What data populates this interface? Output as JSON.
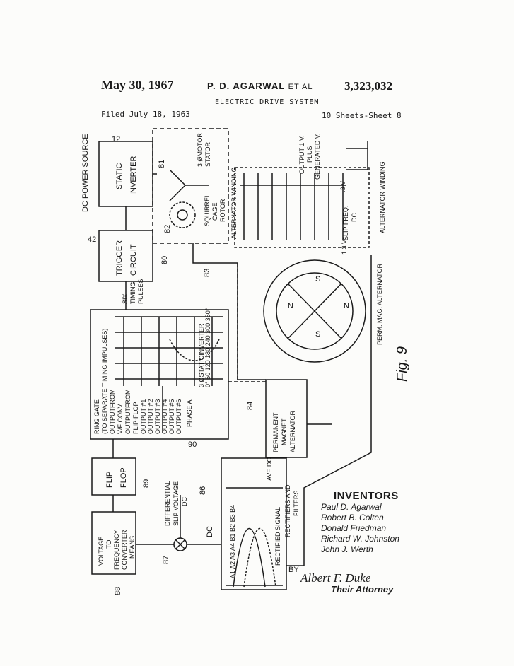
{
  "header": {
    "date": "May 30, 1967",
    "inventor_short": "P. D. AGARWAL",
    "etal": "ET AL",
    "patent_number": "3,323,032",
    "title": "ELECTRIC DRIVE SYSTEM",
    "filed": "Filed July 18, 1963",
    "sheets": "10 Sheets-Sheet 8"
  },
  "blocks": {
    "dc_power_source": "DC POWER SOURCE",
    "inverter_ref": "12",
    "inverter_l1": "STATIC",
    "inverter_l2": "INVERTER",
    "trigger_ref": "42",
    "trigger_l1": "TRIGGER",
    "trigger_l2": "CIRCUIT",
    "six_timing_l1": "SIX",
    "six_timing_l2": "TIMING",
    "six_timing_l3": "PULSES",
    "motor_ref_stator": "81",
    "motor_stator_l1": "3 ØMOTOR",
    "motor_stator_l2": "STATOR",
    "rotor_ref": "82",
    "rotor_l1": "SQUIRREL",
    "rotor_l2": "CAGE",
    "rotor_l3": "ROTOR",
    "ref_80": "80",
    "ref_83": "83",
    "ring_gate_l1": "RING GATE",
    "ring_gate_l2": "(TO SEPARATE TIMING IMPULSES)",
    "ring_gate_l3": "OUTPUTFROM",
    "ring_gate_l4": "V/F CONV.",
    "ring_gate_l5": "OUTPUTFROM",
    "ring_gate_l6": "FLIP-FLOP",
    "ring_gate_outputs": [
      "OUTPUT #1",
      "OUTPUT #2",
      "OUTPUT #3",
      "OUTPUT #4",
      "OUTPUT #5",
      "OUTPUT #6"
    ],
    "phase_a": "PHASE A",
    "static_inverter": "3 ØSTATICINVERTER",
    "degrees": "0° 60 120 180 240 300 360°",
    "ref_90": "90",
    "pma_ref": "84",
    "pma_l1": "PERMANENT",
    "pma_l2": "MAGNET",
    "pma_l3": "ALTERNATOR",
    "flip_l1": "FLIP",
    "flip_l2": "FLOP",
    "flip_ref": "89",
    "diff_l1": "DIFFERENTIAL",
    "diff_l2": "SLIP VOLTAGE",
    "diff_l3": "DC",
    "ref_86": "86",
    "ref_87": "87",
    "dc_label": "DC",
    "vfc_l1": "VOLTAGE",
    "vfc_l2": "TO",
    "vfc_l3": "FREQUENCY",
    "vfc_l4": "CONVERTER",
    "vfc_l5": "MEANS",
    "vfc_ref": "88",
    "rect_l1": "RECTIFIED SIGNAL",
    "rect_l2": "RECTIFIERS AND",
    "rect_l3": "FILTERS",
    "ave_dc": "AVE DC",
    "wave_labels": "A1 A2 A3 A4 B1 B2 B3 B4",
    "alt_winding_l1": "ALTERNATOR WINDING",
    "alt_winding_l2": "ALTERNATOR WINDING",
    "output_v_l1": "OUTPUT 1 V.",
    "output_v_l2": "PLUS",
    "output_v_l3": "GENERATED V.",
    "slip_freq_l1": "SLIP FREQ.",
    "slip_freq_l2": "DC",
    "v3": ".3 V",
    "v13": "1.3 V",
    "perm_mag_alt": "PERM. MAG. ALTERNATOR",
    "fig": "Fig. 9",
    "pole_n": "N",
    "pole_s": "S",
    "winding_labels": [
      "A1",
      "A2",
      "A3",
      "A4",
      "B1",
      "B2",
      "B3",
      "B4"
    ]
  },
  "inventors": {
    "heading": "INVENTORS",
    "names": [
      "Paul D. Agarwal",
      "Robert B. Colten",
      "Donald Friedman",
      "Richard W. Johnston",
      "John J. Werth"
    ]
  },
  "attorney": {
    "by": "BY",
    "signature": "Albert F. Duke",
    "label": "Their Attorney"
  }
}
